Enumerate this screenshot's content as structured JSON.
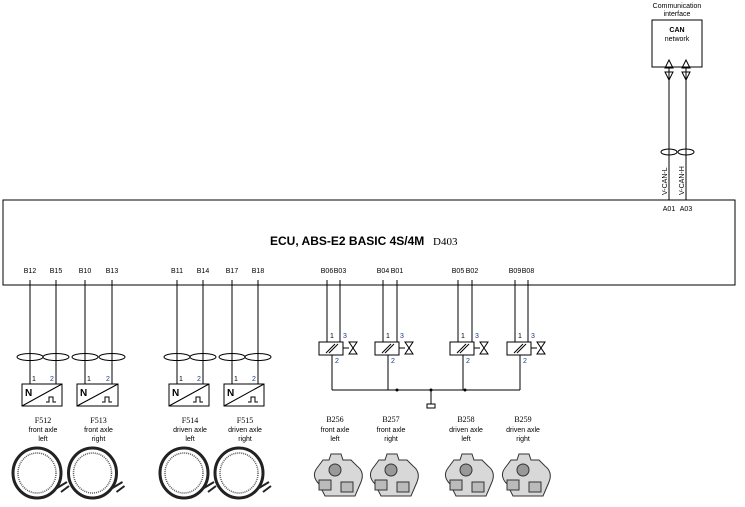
{
  "ecu": {
    "title": "ECU, ABS-E2 BASIC 4S/4M",
    "code": "D403"
  },
  "can": {
    "caption_1": "Communication",
    "caption_2": "interface",
    "box_1": "CAN",
    "box_2": "network",
    "wires": [
      {
        "pin": "A01",
        "signal": "V-CAN-L"
      },
      {
        "pin": "A03",
        "signal": "V-CAN-H"
      }
    ]
  },
  "sensors": [
    {
      "id": "F512",
      "pins": [
        "B12",
        "B15"
      ],
      "line1": "front axle",
      "line2": "left",
      "box_label": "N"
    },
    {
      "id": "F513",
      "pins": [
        "B10",
        "B13"
      ],
      "line1": "front axle",
      "line2": "right",
      "box_label": "N"
    },
    {
      "id": "F514",
      "pins": [
        "B11",
        "B14"
      ],
      "line1": "driven axle",
      "line2": "left",
      "box_label": "N"
    },
    {
      "id": "F515",
      "pins": [
        "B17",
        "B18"
      ],
      "line1": "driven axle",
      "line2": "right",
      "box_label": "N"
    }
  ],
  "sensor_pin_numbers": [
    "1",
    "2"
  ],
  "valves": [
    {
      "id": "B256",
      "pins": [
        "B06",
        "B03"
      ],
      "line1": "front axle",
      "line2": "left"
    },
    {
      "id": "B257",
      "pins": [
        "B04",
        "B01"
      ],
      "line1": "front axle",
      "line2": "right"
    },
    {
      "id": "B258",
      "pins": [
        "B05",
        "B02"
      ],
      "line1": "driven axle",
      "line2": "left"
    },
    {
      "id": "B259",
      "pins": [
        "B09",
        "B08"
      ],
      "line1": "driven axle",
      "line2": "right"
    }
  ],
  "valve_pin_numbers": [
    "1",
    "3",
    "2"
  ]
}
